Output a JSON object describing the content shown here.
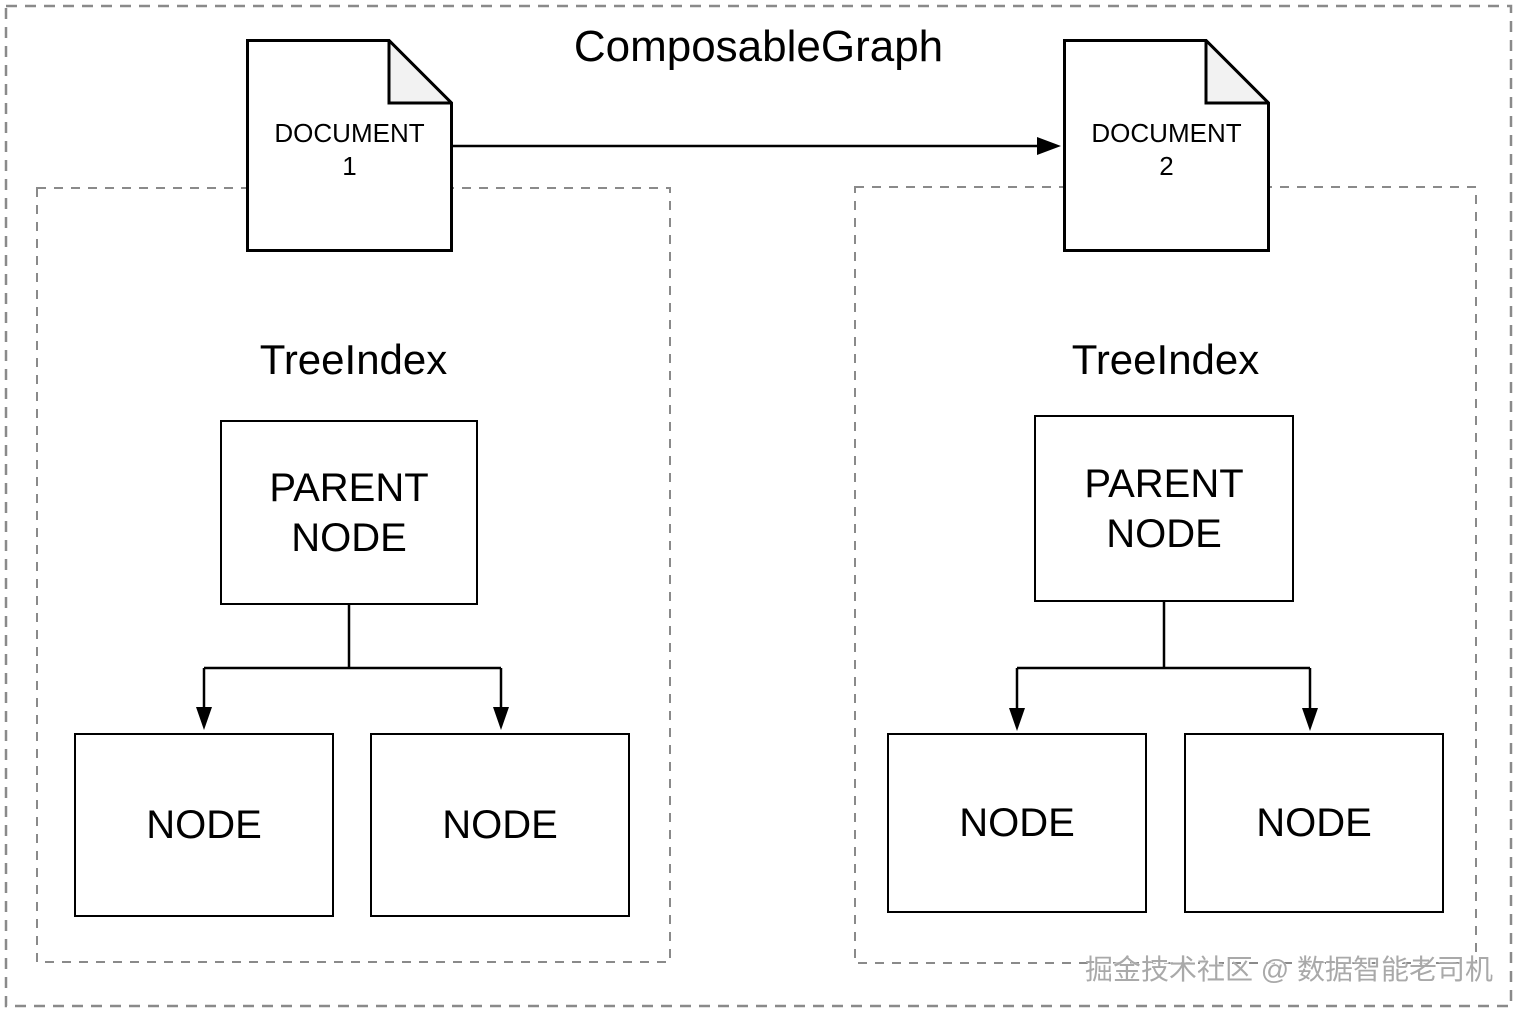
{
  "diagram": {
    "title": "ComposableGraph",
    "documents": [
      {
        "label": "DOCUMENT",
        "number": "1"
      },
      {
        "label": "DOCUMENT",
        "number": "2"
      }
    ],
    "trees": [
      {
        "index_label": "TreeIndex",
        "parent_label": "PARENT NODE",
        "children": [
          "NODE",
          "NODE"
        ]
      },
      {
        "index_label": "TreeIndex",
        "parent_label": "PARENT NODE",
        "children": [
          "NODE",
          "NODE"
        ]
      }
    ],
    "watermark": "掘金技术社区 @ 数据智能老司机",
    "colors": {
      "line": "#000000",
      "dashed_border": "#8a8a8a",
      "document_fold_fill": "#f2f2f2",
      "background": "#ffffff",
      "watermark": "#a9a9a9"
    }
  }
}
